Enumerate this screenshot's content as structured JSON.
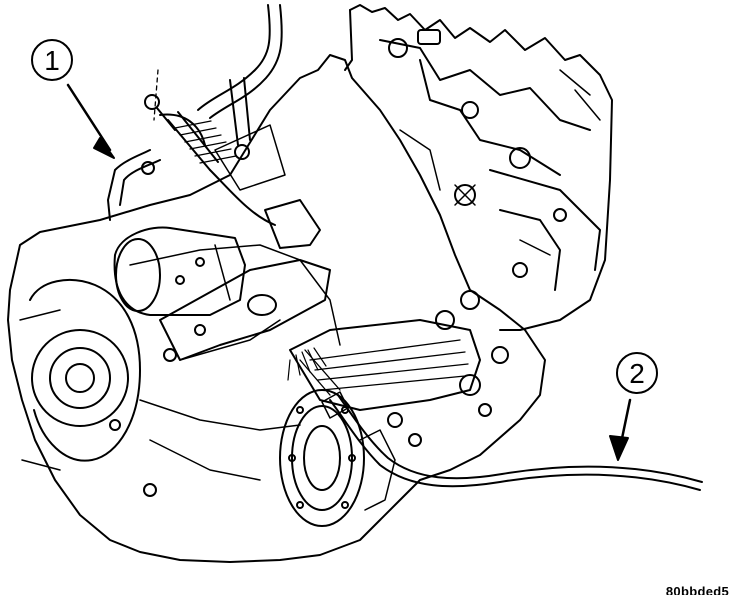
{
  "callouts": [
    {
      "number": "1"
    },
    {
      "number": "2"
    }
  ],
  "figure_code": "80bbded5"
}
